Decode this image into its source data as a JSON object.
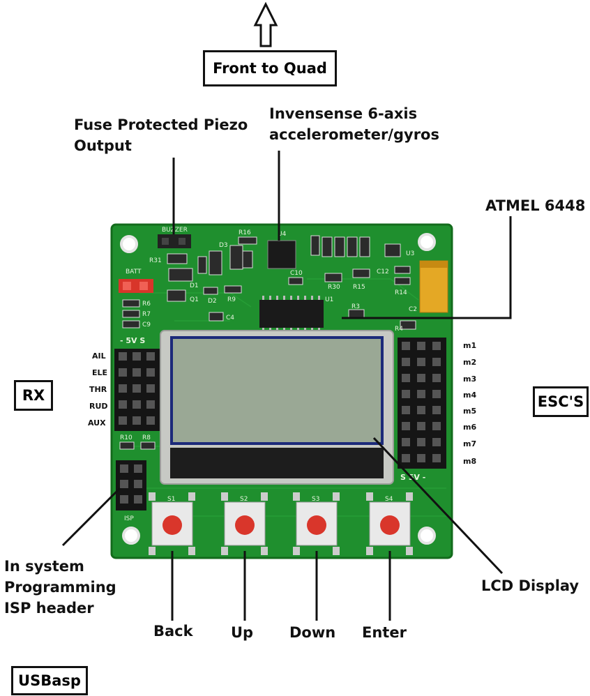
{
  "title_box": "Front to Quad",
  "callouts": {
    "piezo": [
      "Fuse Protected Piezo",
      "Output"
    ],
    "imu": [
      "Invensense 6-axis",
      "accelerometer/gyros"
    ],
    "mcu": "ATMEL 6448",
    "isp": [
      "In system",
      "Programming",
      "ISP header"
    ],
    "lcd": "LCD Display"
  },
  "side_boxes": {
    "rx": "RX",
    "escs": "ESC'S",
    "usbasp": "USBasp"
  },
  "rx_pins": [
    "AIL",
    "ELE",
    "THR",
    "RUD",
    "AUX"
  ],
  "motor_pins": [
    "m1",
    "m2",
    "m3",
    "m4",
    "m5",
    "m6",
    "m7",
    "m8"
  ],
  "buttons": [
    {
      "label": "Back",
      "silk": "S1"
    },
    {
      "label": "Up",
      "silk": "S2"
    },
    {
      "label": "Down",
      "silk": "S3"
    },
    {
      "label": "Enter",
      "silk": "S4"
    }
  ],
  "board_silk": {
    "buzzer": "BUZZER",
    "batt": "BATT",
    "isp": "ISP",
    "rx_header": "-  5V  S",
    "esc_header": "S  5V  -",
    "parts": [
      "R16",
      "U4",
      "R31",
      "D3",
      "D1",
      "Q1",
      "D2",
      "R9",
      "C4",
      "C10",
      "R30",
      "R15",
      "C12",
      "R14",
      "U3",
      "U1",
      "R3",
      "R6",
      "R7",
      "C9",
      "R10",
      "R8",
      "R4",
      "C2"
    ]
  },
  "colors": {
    "pcb": "#1f8f2e",
    "pcb_dark": "#16731f",
    "button_cap": "#d9362b",
    "lcd": "#9aa895",
    "capacitor": "#e4a825"
  }
}
